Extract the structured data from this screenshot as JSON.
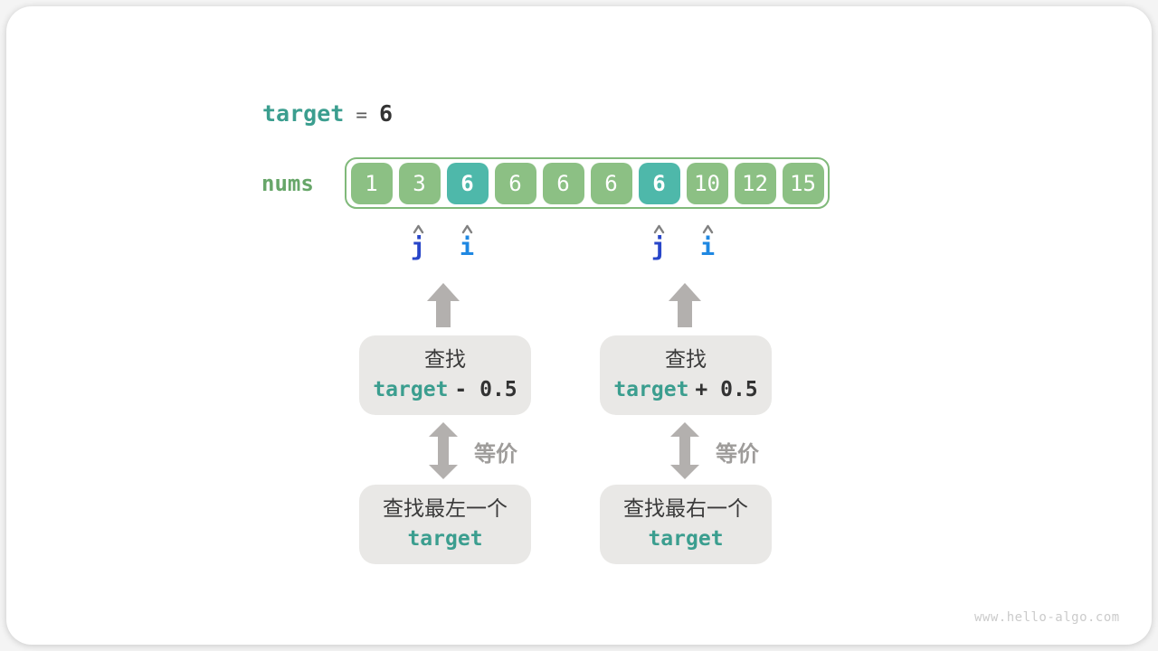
{
  "header": {
    "keyword": "target",
    "equals": "=",
    "value": "6"
  },
  "array": {
    "label": "nums",
    "cells": [
      {
        "value": "1",
        "highlight": false
      },
      {
        "value": "3",
        "highlight": false
      },
      {
        "value": "6",
        "highlight": true
      },
      {
        "value": "6",
        "highlight": false
      },
      {
        "value": "6",
        "highlight": false
      },
      {
        "value": "6",
        "highlight": false
      },
      {
        "value": "6",
        "highlight": true
      },
      {
        "value": "10",
        "highlight": false
      },
      {
        "value": "12",
        "highlight": false
      },
      {
        "value": "15",
        "highlight": false
      }
    ]
  },
  "pointers": [
    {
      "label": "j",
      "color": "#2846c9"
    },
    {
      "label": "i",
      "color": "#1f88e2"
    },
    {
      "label": "j",
      "color": "#2846c9"
    },
    {
      "label": "i",
      "color": "#1f88e2"
    }
  ],
  "flows": [
    {
      "search_label": "查找",
      "code_keyword": "target",
      "code_op": "- 0.5",
      "equiv": "等价",
      "result_label": "查找最左一个",
      "result_code": "target"
    },
    {
      "search_label": "查找",
      "code_keyword": "target",
      "code_op": "+ 0.5",
      "equiv": "等价",
      "result_label": "查找最右一个",
      "result_code": "target"
    }
  ],
  "watermark": "www.hello-algo.com",
  "colors": {
    "teal": "#3b9e8f",
    "green_label": "#67a669",
    "cell_green": "#8cc084",
    "cell_teal": "#4eb8aa",
    "border_green": "#80b97a",
    "box_gray": "#e9e8e6",
    "arrow_gray": "#b3b0ae",
    "equiv_gray": "#9e9c9a",
    "caret_gray": "#818181"
  }
}
